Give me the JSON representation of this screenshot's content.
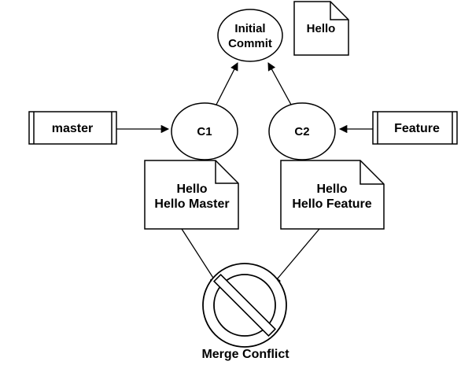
{
  "diagram": {
    "initial_commit": {
      "line1": "Initial",
      "line2": "Commit"
    },
    "initial_file": {
      "text": "Hello"
    },
    "c1": "C1",
    "c2": "C2",
    "master": "master",
    "feature": "Feature",
    "file_c1": {
      "line1": "Hello",
      "line2": "Hello Master"
    },
    "file_c2": {
      "line1": "Hello",
      "line2": "Hello Feature"
    },
    "merge_conflict": "Merge Conflict"
  },
  "colors": {
    "stroke": "#000000",
    "fill": "#ffffff"
  },
  "icons": {
    "merge": "no-entry-icon"
  }
}
